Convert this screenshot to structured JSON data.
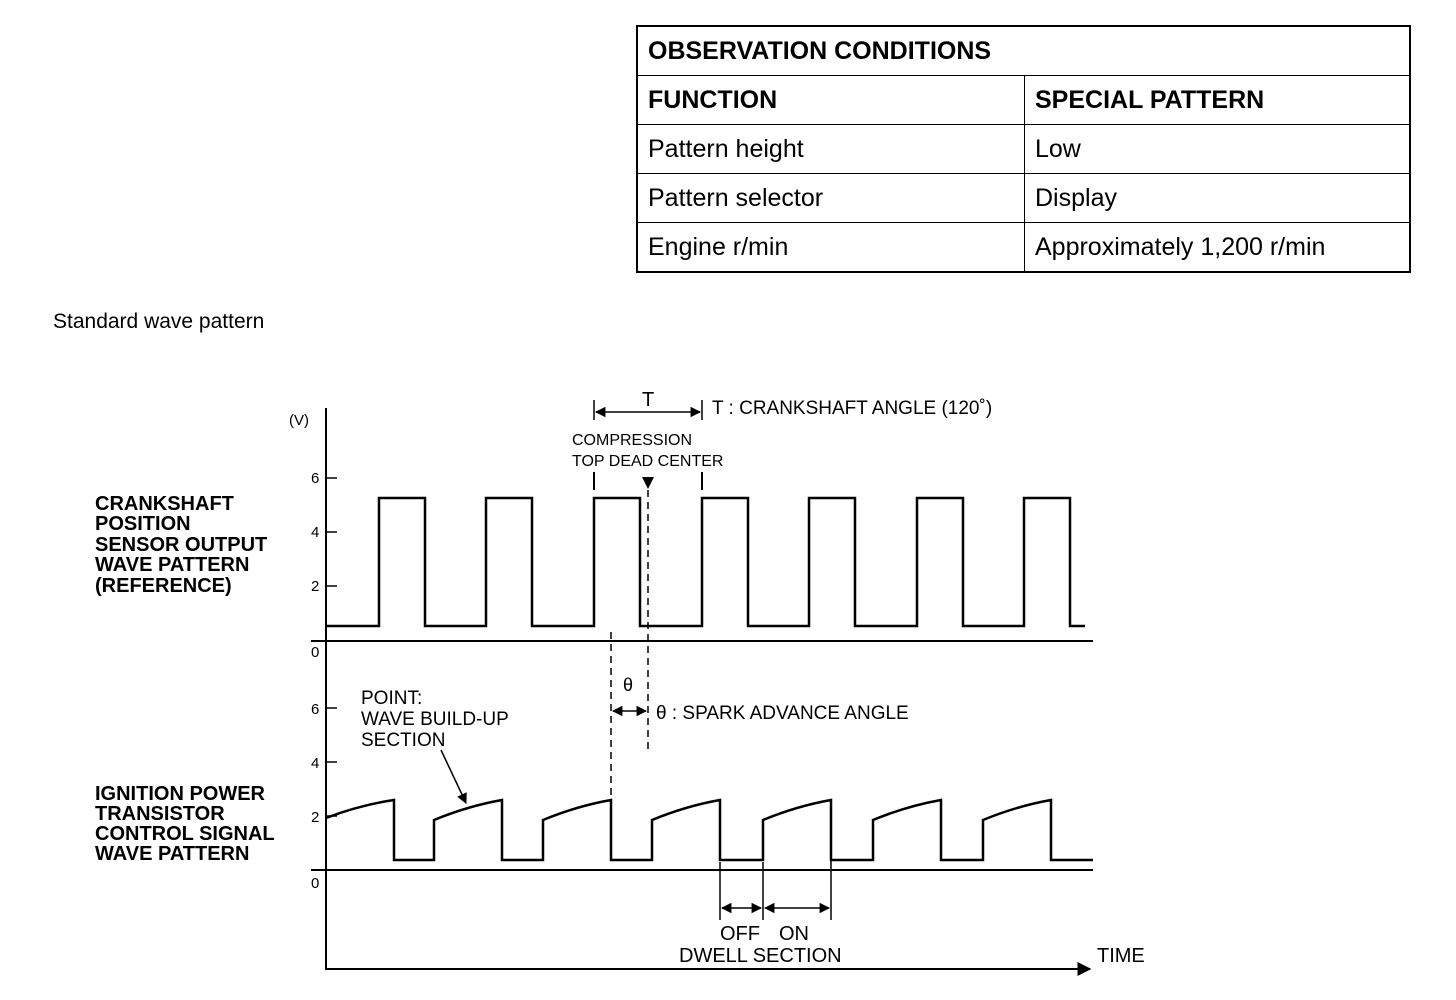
{
  "table": {
    "title": "OBSERVATION CONDITIONS",
    "headers": [
      "FUNCTION",
      "SPECIAL PATTERN"
    ],
    "rows": [
      [
        "Pattern height",
        "Low"
      ],
      [
        "Pattern selector",
        "Display"
      ],
      [
        "Engine r/min",
        "Approximately 1,200 r/min"
      ]
    ]
  },
  "caption": "Standard wave pattern",
  "diagram": {
    "unit_label": "(V)",
    "ticks_top": [
      "6",
      "4",
      "2"
    ],
    "ticks_bottom": [
      "0",
      "6",
      "4",
      "2",
      "0"
    ],
    "signal_top_label": [
      "CRANKSHAFT",
      "POSITION",
      "SENSOR OUTPUT",
      "WAVE PATTERN",
      "(REFERENCE)"
    ],
    "signal_bottom_label": [
      "IGNITION POWER",
      "TRANSISTOR",
      "CONTROL SIGNAL",
      "WAVE PATTERN"
    ],
    "t_symbol": "T",
    "t_desc": "T : CRANKSHAFT ANGLE (120˚)",
    "compression_label": [
      "COMPRESSION",
      "TOP DEAD CENTER"
    ],
    "theta_symbol": "θ",
    "theta_desc": "θ : SPARK ADVANCE ANGLE",
    "point_label": [
      "POINT:",
      "WAVE BUILD-UP",
      "SECTION"
    ],
    "off_label": "OFF",
    "on_label": "ON",
    "dwell_label": "DWELL SECTION",
    "time_label": "TIME"
  }
}
